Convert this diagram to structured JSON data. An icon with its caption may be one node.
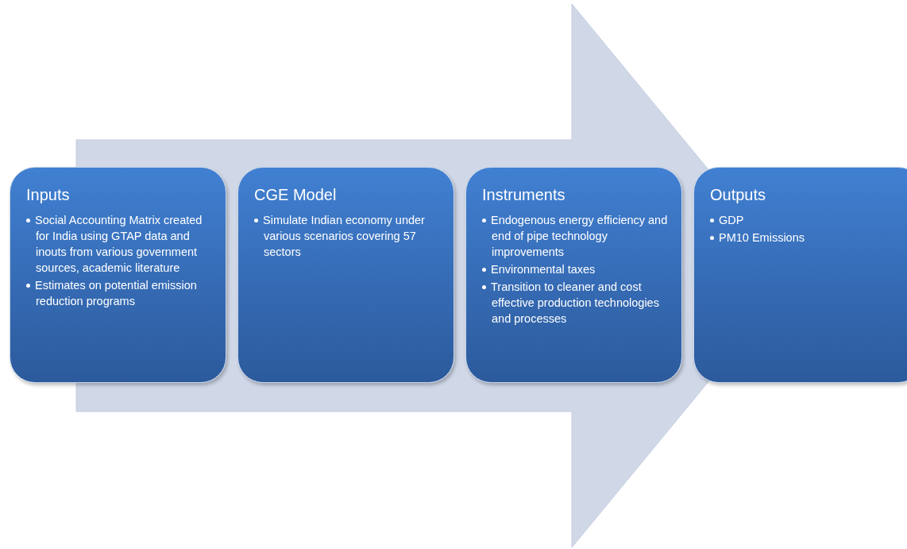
{
  "diagram": {
    "nodes": [
      {
        "text": [
          "Inputs",
          "Social Accounting Matrix created for India using GTAP data and  inouts from various government sources, academic literature",
          "Estimates on potential emission reduction programs"
        ]
      },
      {
        "text": [
          "CGE Model",
          "Simulate Indian economy under various scenarios covering 57 sectors"
        ]
      },
      {
        "text": [
          "Instruments",
          "Endogenous energy efficiency and end of pipe technology  improvements",
          "Environmental taxes",
          "Transition to cleaner and cost effective production technologies and processes"
        ]
      },
      {
        "text": [
          "Outputs",
          "GDP",
          "PM10 Emissions"
        ]
      }
    ],
    "edges": [
      {
        "from": 0,
        "to": 3,
        "arrow": "to",
        "style": "thick",
        "color": "#d0d8e8"
      }
    ]
  }
}
